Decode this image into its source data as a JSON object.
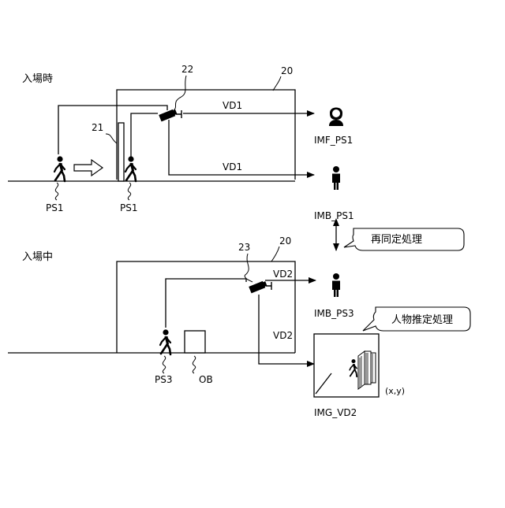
{
  "scenes": {
    "entry": {
      "title": "入場時"
    },
    "inside": {
      "title": "入場中"
    }
  },
  "refs": {
    "area_top": "20",
    "area_bottom": "20",
    "gate": "21",
    "camera_top": "22",
    "camera_bottom": "23"
  },
  "persons": {
    "approach": "PS1",
    "at_gate": "PS1",
    "inside": "PS3"
  },
  "object_label": "OB",
  "streams": {
    "top_face": "VD1",
    "top_body": "VD1",
    "bottom_person": "VD2",
    "bottom_image": "VD2"
  },
  "outputs": {
    "face": "IMF_PS1",
    "body_top": "IMB_PS1",
    "body_bottom": "IMB_PS3",
    "image": "IMG_VD2"
  },
  "callouts": {
    "reidentify": "再同定処理",
    "person_estimate": "人物推定処理"
  },
  "coordinate": "(x,y)",
  "icons": {
    "camera": "security-camera-icon",
    "walker": "walking-person-icon",
    "face": "face-avatar-icon",
    "standing": "standing-person-icon",
    "arrow": "outline-right-arrow-icon"
  }
}
